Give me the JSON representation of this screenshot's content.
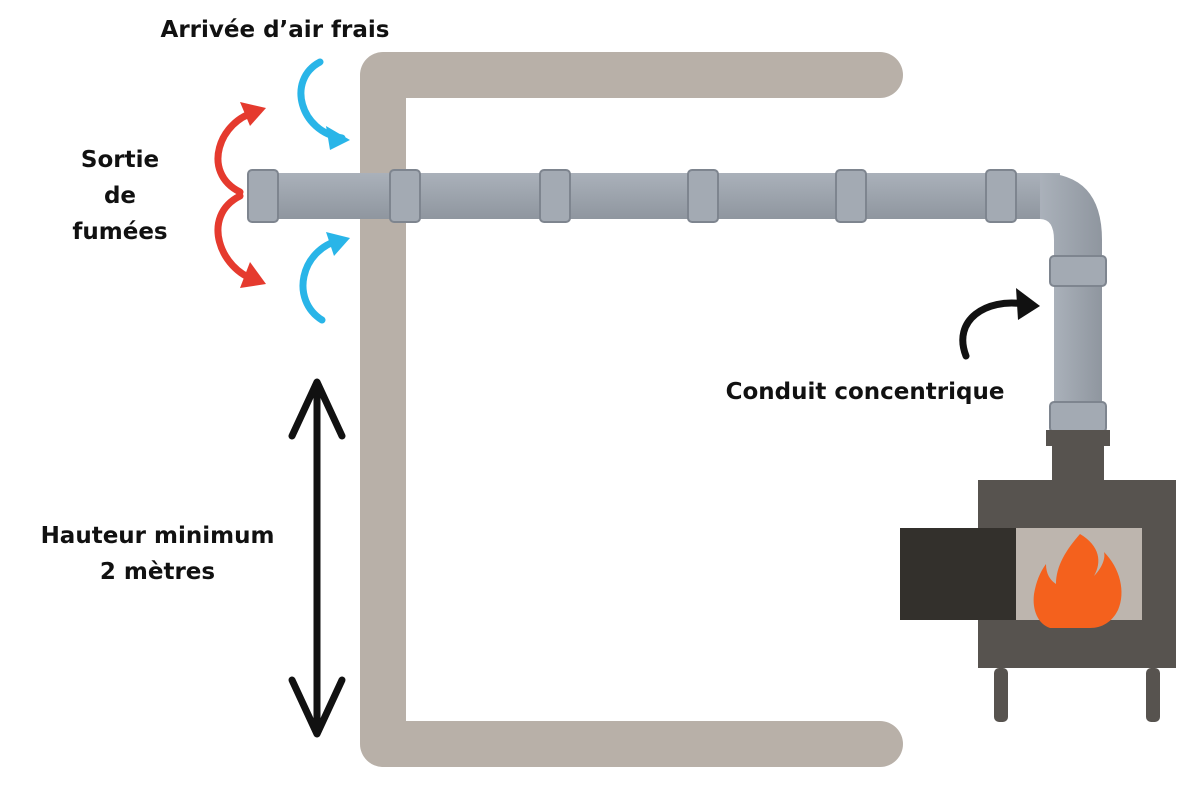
{
  "labels": {
    "fresh_air_inlet": "Arrivée d’air frais",
    "smoke_outlet_line1": "Sortie",
    "smoke_outlet_line2": "de",
    "smoke_outlet_line3": "fumées",
    "min_height_line1": "Hauteur minimum",
    "min_height_line2": "2 mètres",
    "concentric_duct": "Conduit concentrique"
  },
  "colors": {
    "wall": "#b8b0a8",
    "duct": "#9aa1ab",
    "duct_joint": "#7e858f",
    "smoke_arrow": "#e53a2e",
    "air_arrow": "#29b5e8",
    "stove_body": "#57534f",
    "stove_door": "#33302c",
    "stove_window": "#bdb5ae",
    "flame": "#f4611d",
    "text": "#111111"
  }
}
